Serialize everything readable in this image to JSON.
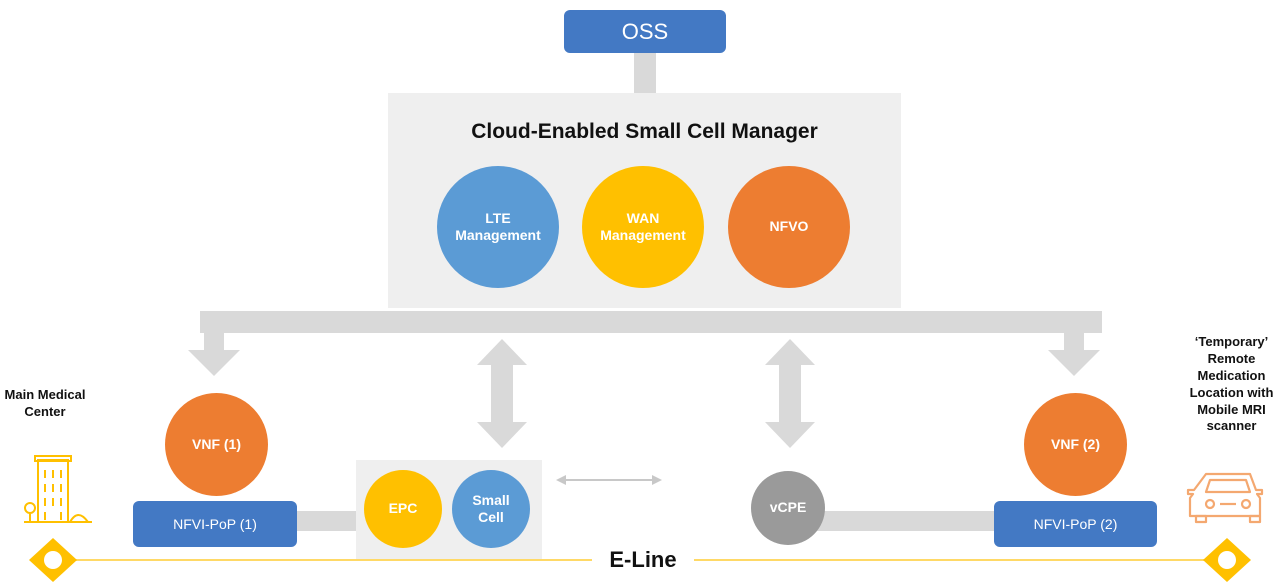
{
  "oss": {
    "label": "OSS"
  },
  "manager": {
    "title": "Cloud-Enabled Small Cell Manager",
    "circles": [
      {
        "label": "LTE\nManagement",
        "color": "#5b9bd5"
      },
      {
        "label": "WAN\nManagement",
        "color": "#ffc000"
      },
      {
        "label": "NFVO",
        "color": "#ed7d31"
      }
    ]
  },
  "left_site": {
    "label": "Main Medical\nCenter",
    "icon": "building-icon"
  },
  "right_site": {
    "label": "‘Temporary’\nRemote\nMedication\nLocation with\nMobile MRI\nscanner",
    "icon": "car-icon"
  },
  "vnf1": {
    "label": "VNF (1)"
  },
  "vnf2": {
    "label": "VNF (2)"
  },
  "nfvi1": {
    "label": "NFVI-PoP (1)"
  },
  "nfvi2": {
    "label": "NFVI-PoP (2)"
  },
  "epc": {
    "label": "EPC"
  },
  "small_cell": {
    "label": "Small\nCell"
  },
  "vcpe": {
    "label": "vCPE"
  },
  "eline": {
    "label": "E-Line"
  },
  "colors": {
    "blue_box": "#4379c4",
    "arrow_gray": "#d9d9d9",
    "line_yellow": "#ffd966",
    "panel": "#efefef"
  }
}
